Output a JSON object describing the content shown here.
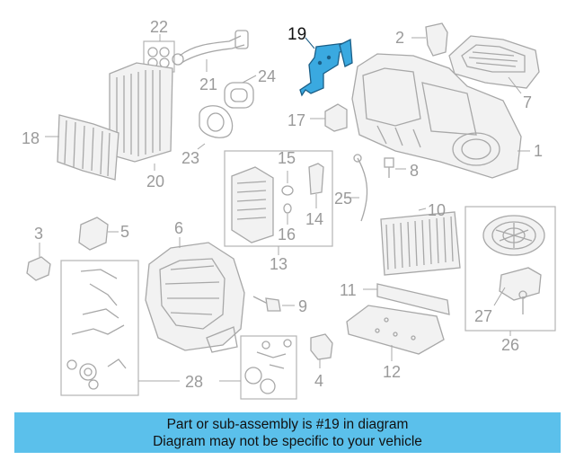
{
  "diagram": {
    "highlighted_part": "19",
    "callouts": {
      "c1": "1",
      "c2": "2",
      "c3": "3",
      "c5": "5",
      "c6": "6",
      "c7": "7",
      "c8": "8",
      "c9": "9",
      "c10": "10",
      "c11": "11",
      "c12": "12",
      "c13": "13",
      "c14": "14",
      "c15": "15",
      "c16": "16",
      "c17": "17",
      "c18": "18",
      "c19": "19",
      "c20": "20",
      "c21": "21",
      "c22": "22",
      "c23": "23",
      "c24": "24",
      "c25": "25",
      "c26": "26",
      "c27": "27",
      "c28": "28",
      "c4": "4"
    },
    "colors": {
      "highlight": "#3aa9e0",
      "line": "#a8a8a8",
      "banner": "#5bc0eb"
    }
  },
  "banner": {
    "line1": "Part or sub-assembly is #19 in diagram",
    "line2": "Diagram may not be specific to your vehicle"
  }
}
